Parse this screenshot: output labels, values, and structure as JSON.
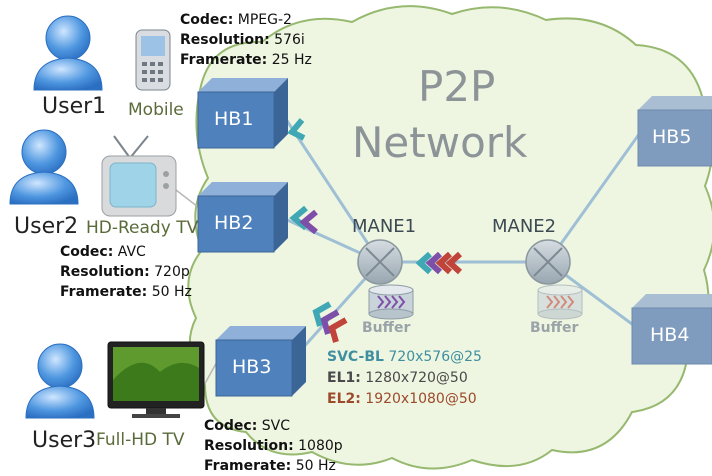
{
  "cloud": {
    "title_line1": "P2P",
    "title_line2": "Network"
  },
  "users": [
    {
      "label": "User1",
      "device": "Mobile",
      "hb": "HB1",
      "info": [
        {
          "key": "Codec:",
          "value": "MPEG-2"
        },
        {
          "key": "Resolution:",
          "value": "576i"
        },
        {
          "key": "Framerate:",
          "value": "25 Hz"
        }
      ]
    },
    {
      "label": "User2",
      "device": "HD-Ready TV",
      "hb": "HB2",
      "info": [
        {
          "key": "Codec:",
          "value": "AVC"
        },
        {
          "key": "Resolution:",
          "value": "720p"
        },
        {
          "key": "Framerate:",
          "value": "50 Hz"
        }
      ]
    },
    {
      "label": "User3",
      "device": "Full-HD TV",
      "hb": "HB3",
      "info": [
        {
          "key": "Codec:",
          "value": "SVC"
        },
        {
          "key": "Resolution:",
          "value": "1080p"
        },
        {
          "key": "Framerate:",
          "value": "50 Hz"
        }
      ]
    }
  ],
  "remote_hbs": [
    "HB5",
    "HB4"
  ],
  "manes": [
    {
      "label": "MANE1",
      "buffer": "Buffer"
    },
    {
      "label": "MANE2",
      "buffer": "Buffer"
    }
  ],
  "layers": [
    {
      "name": "SVC-BL",
      "value": "720x576@25",
      "color": "#3f8fa0"
    },
    {
      "name": "EL1:",
      "value": "1280x720@50",
      "color": "#4a4a4a"
    },
    {
      "name": "EL2:",
      "value": "1920x1080@50",
      "color": "#9c4a2a"
    }
  ],
  "colors": {
    "hb_front": "#4f81bd",
    "hb_top": "#8fb0d8",
    "hb_side": "#3b6597",
    "cloud_fill": "#eef6e2",
    "cloud_stroke": "#97b96f",
    "link": "#9fbfd5",
    "user": "#3a86d8",
    "chevron_teal": "#3fa8b4",
    "chevron_purple": "#7e4fa8",
    "chevron_red": "#c0443a"
  }
}
